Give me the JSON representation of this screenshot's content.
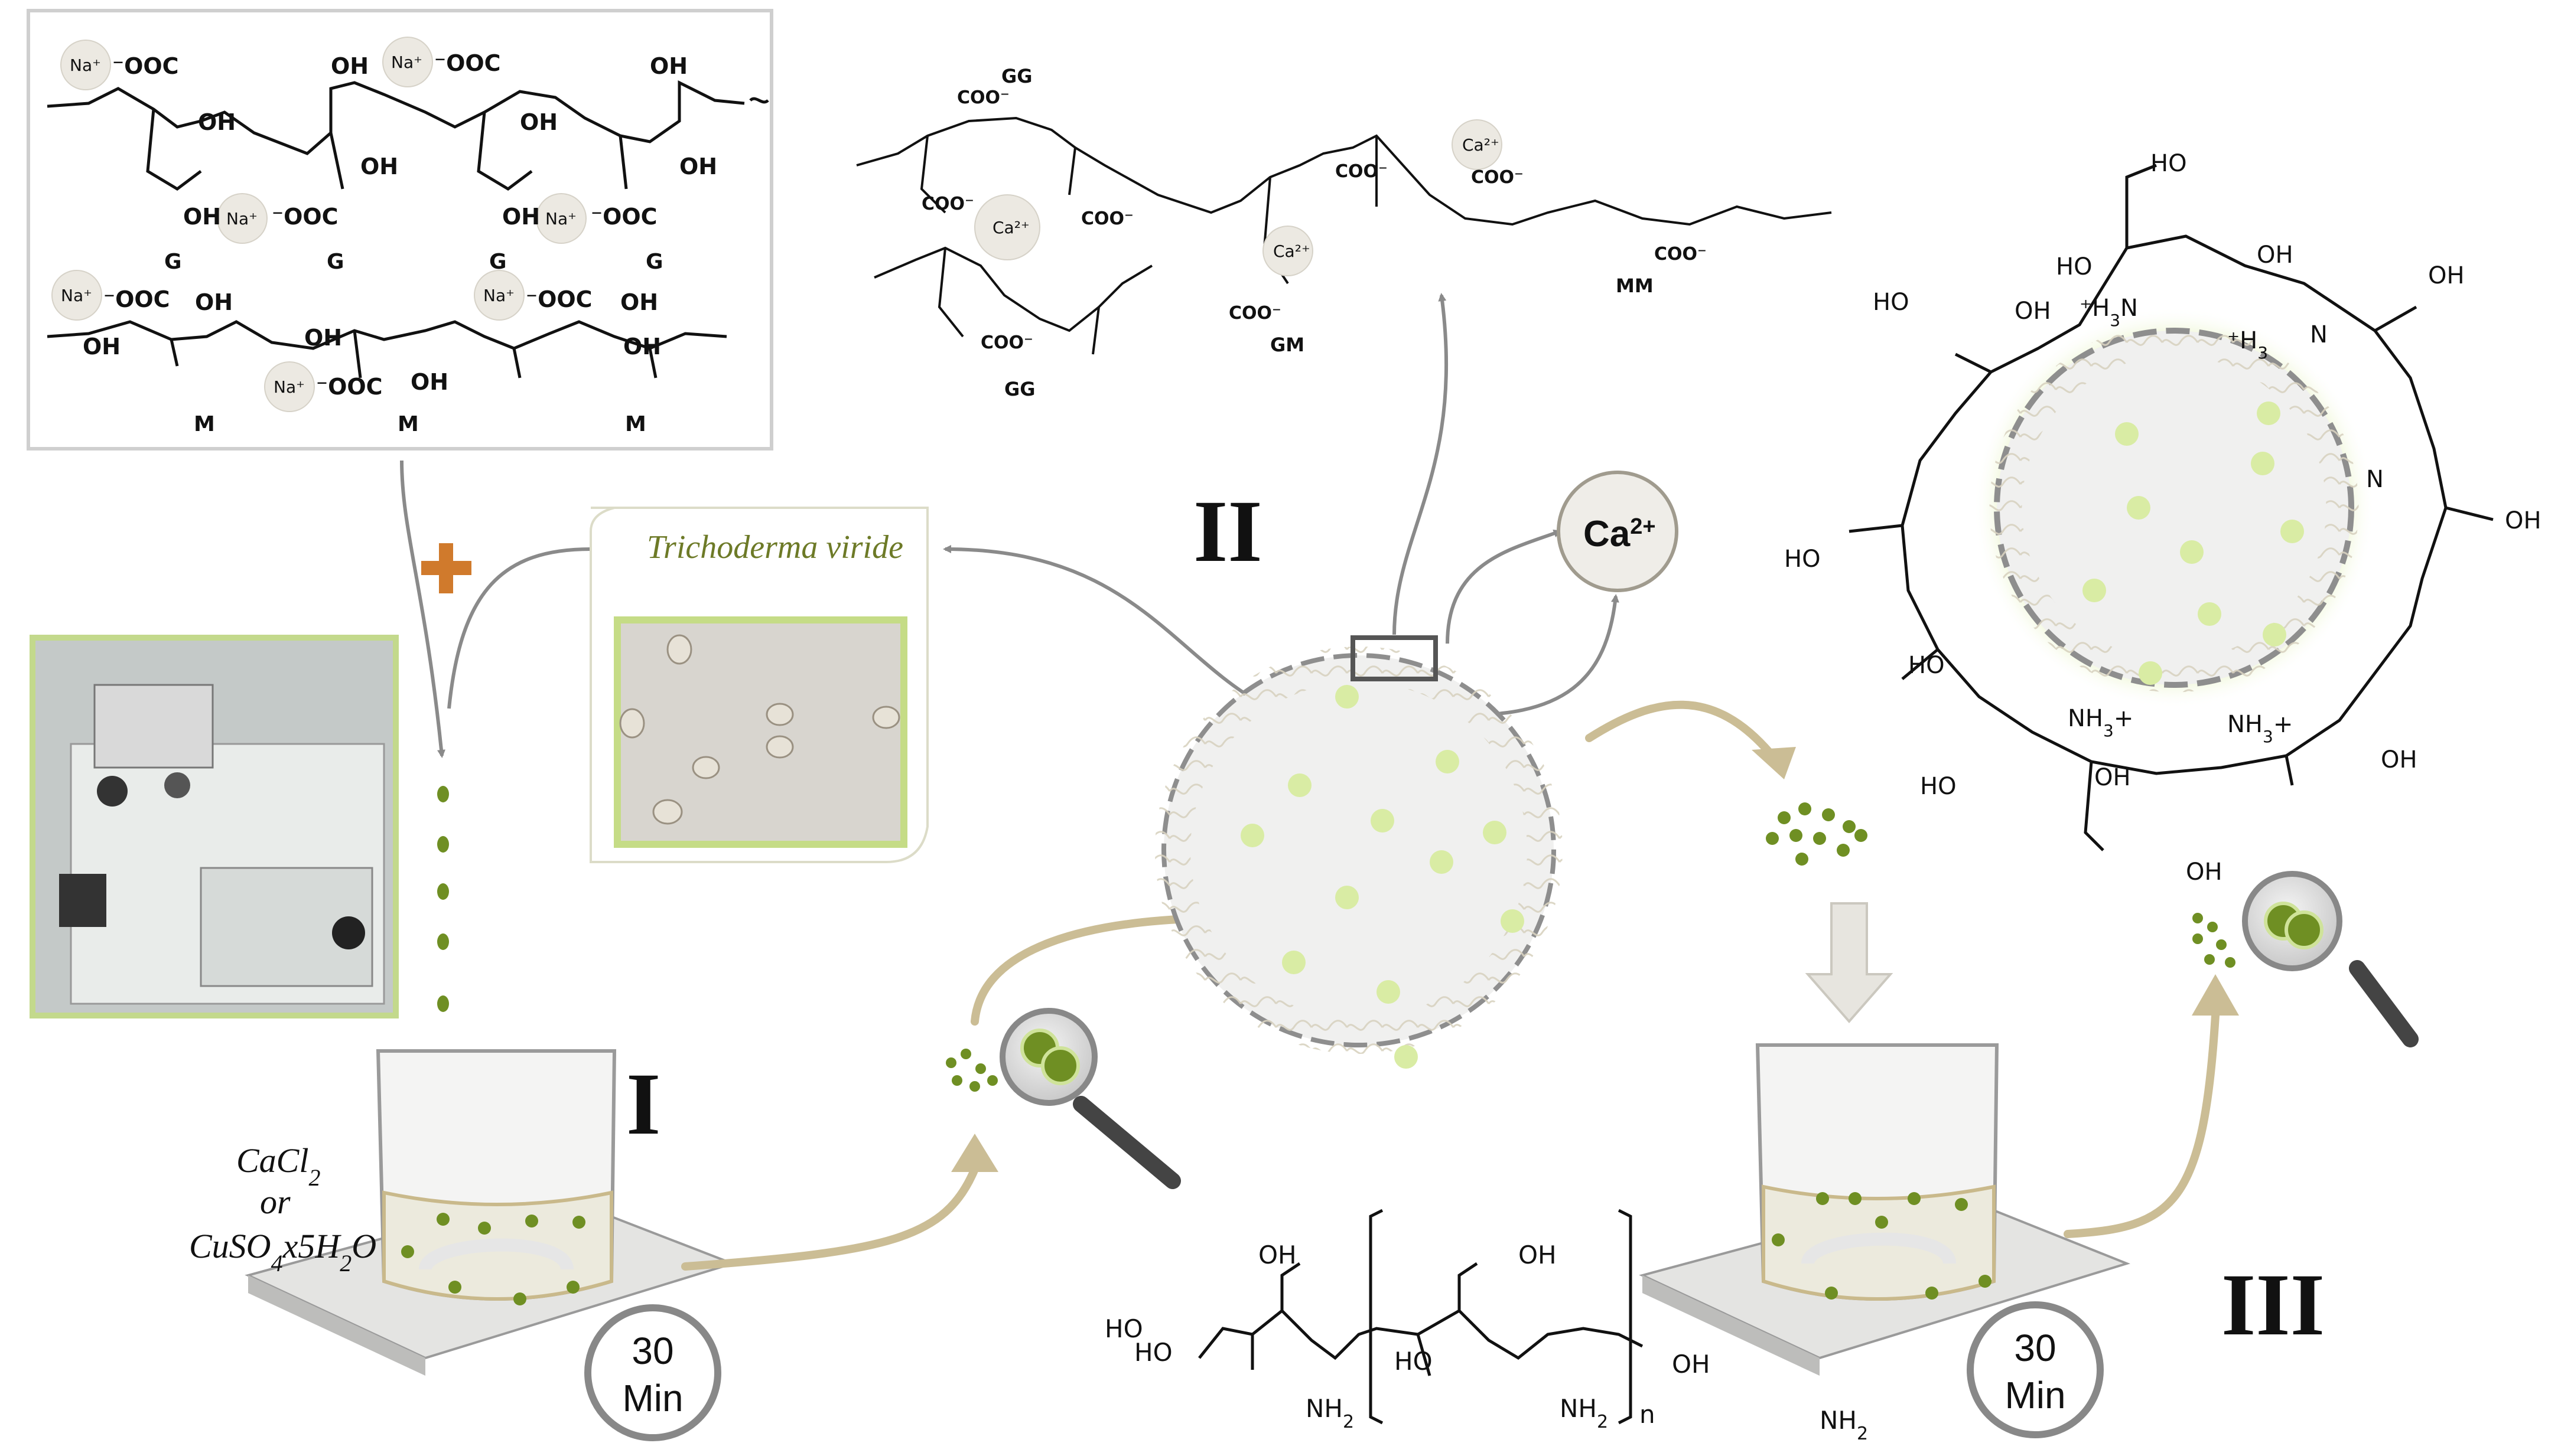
{
  "steps": {
    "step1": "I",
    "step2": "II",
    "step3": "III"
  },
  "alginate_panel": {
    "g_units": [
      "G",
      "G",
      "G",
      "G"
    ],
    "m_units": [
      "M",
      "M",
      "M"
    ],
    "sodium_label": "Na",
    "carboxylate_label": "OOC",
    "hydroxyl_label": "OH"
  },
  "crosslink_panel": {
    "gg_top": "GG",
    "gg_bottom": "GG",
    "gm": "GM",
    "mm": "MM",
    "calcium_label": "Ca",
    "carboxylate_label": "COO"
  },
  "organism": "Trichoderma viride",
  "ion_label": "Ca",
  "ion_charge": "2+",
  "salt_solution": {
    "line1": "CaCl",
    "line1_sub": "2",
    "line2": "or",
    "line3_a": "CuSO",
    "line3_sub": "4",
    "line3_b": "x5H",
    "line3_sub2": "2",
    "line3_c": "O"
  },
  "timer1": {
    "value": "30",
    "unit": "Min"
  },
  "timer2": {
    "value": "30",
    "unit": "Min"
  },
  "chitosan": {
    "oh": "OH",
    "ho": "HO",
    "nh2": "NH",
    "nh2_sub": "2",
    "repeat": "n"
  },
  "chitosan_ring": {
    "oh": "OH",
    "ho": "HO",
    "nh3": "NH",
    "nh3_sub": "3",
    "charge": "+",
    "n": "N"
  },
  "colors": {
    "bead_green": "#6f8f23",
    "soft_green": "#d8eba6",
    "tan_arrow": "#cbbd95",
    "gray_arrow": "#8a8a8a",
    "plus_orange": "#d07a2c"
  }
}
